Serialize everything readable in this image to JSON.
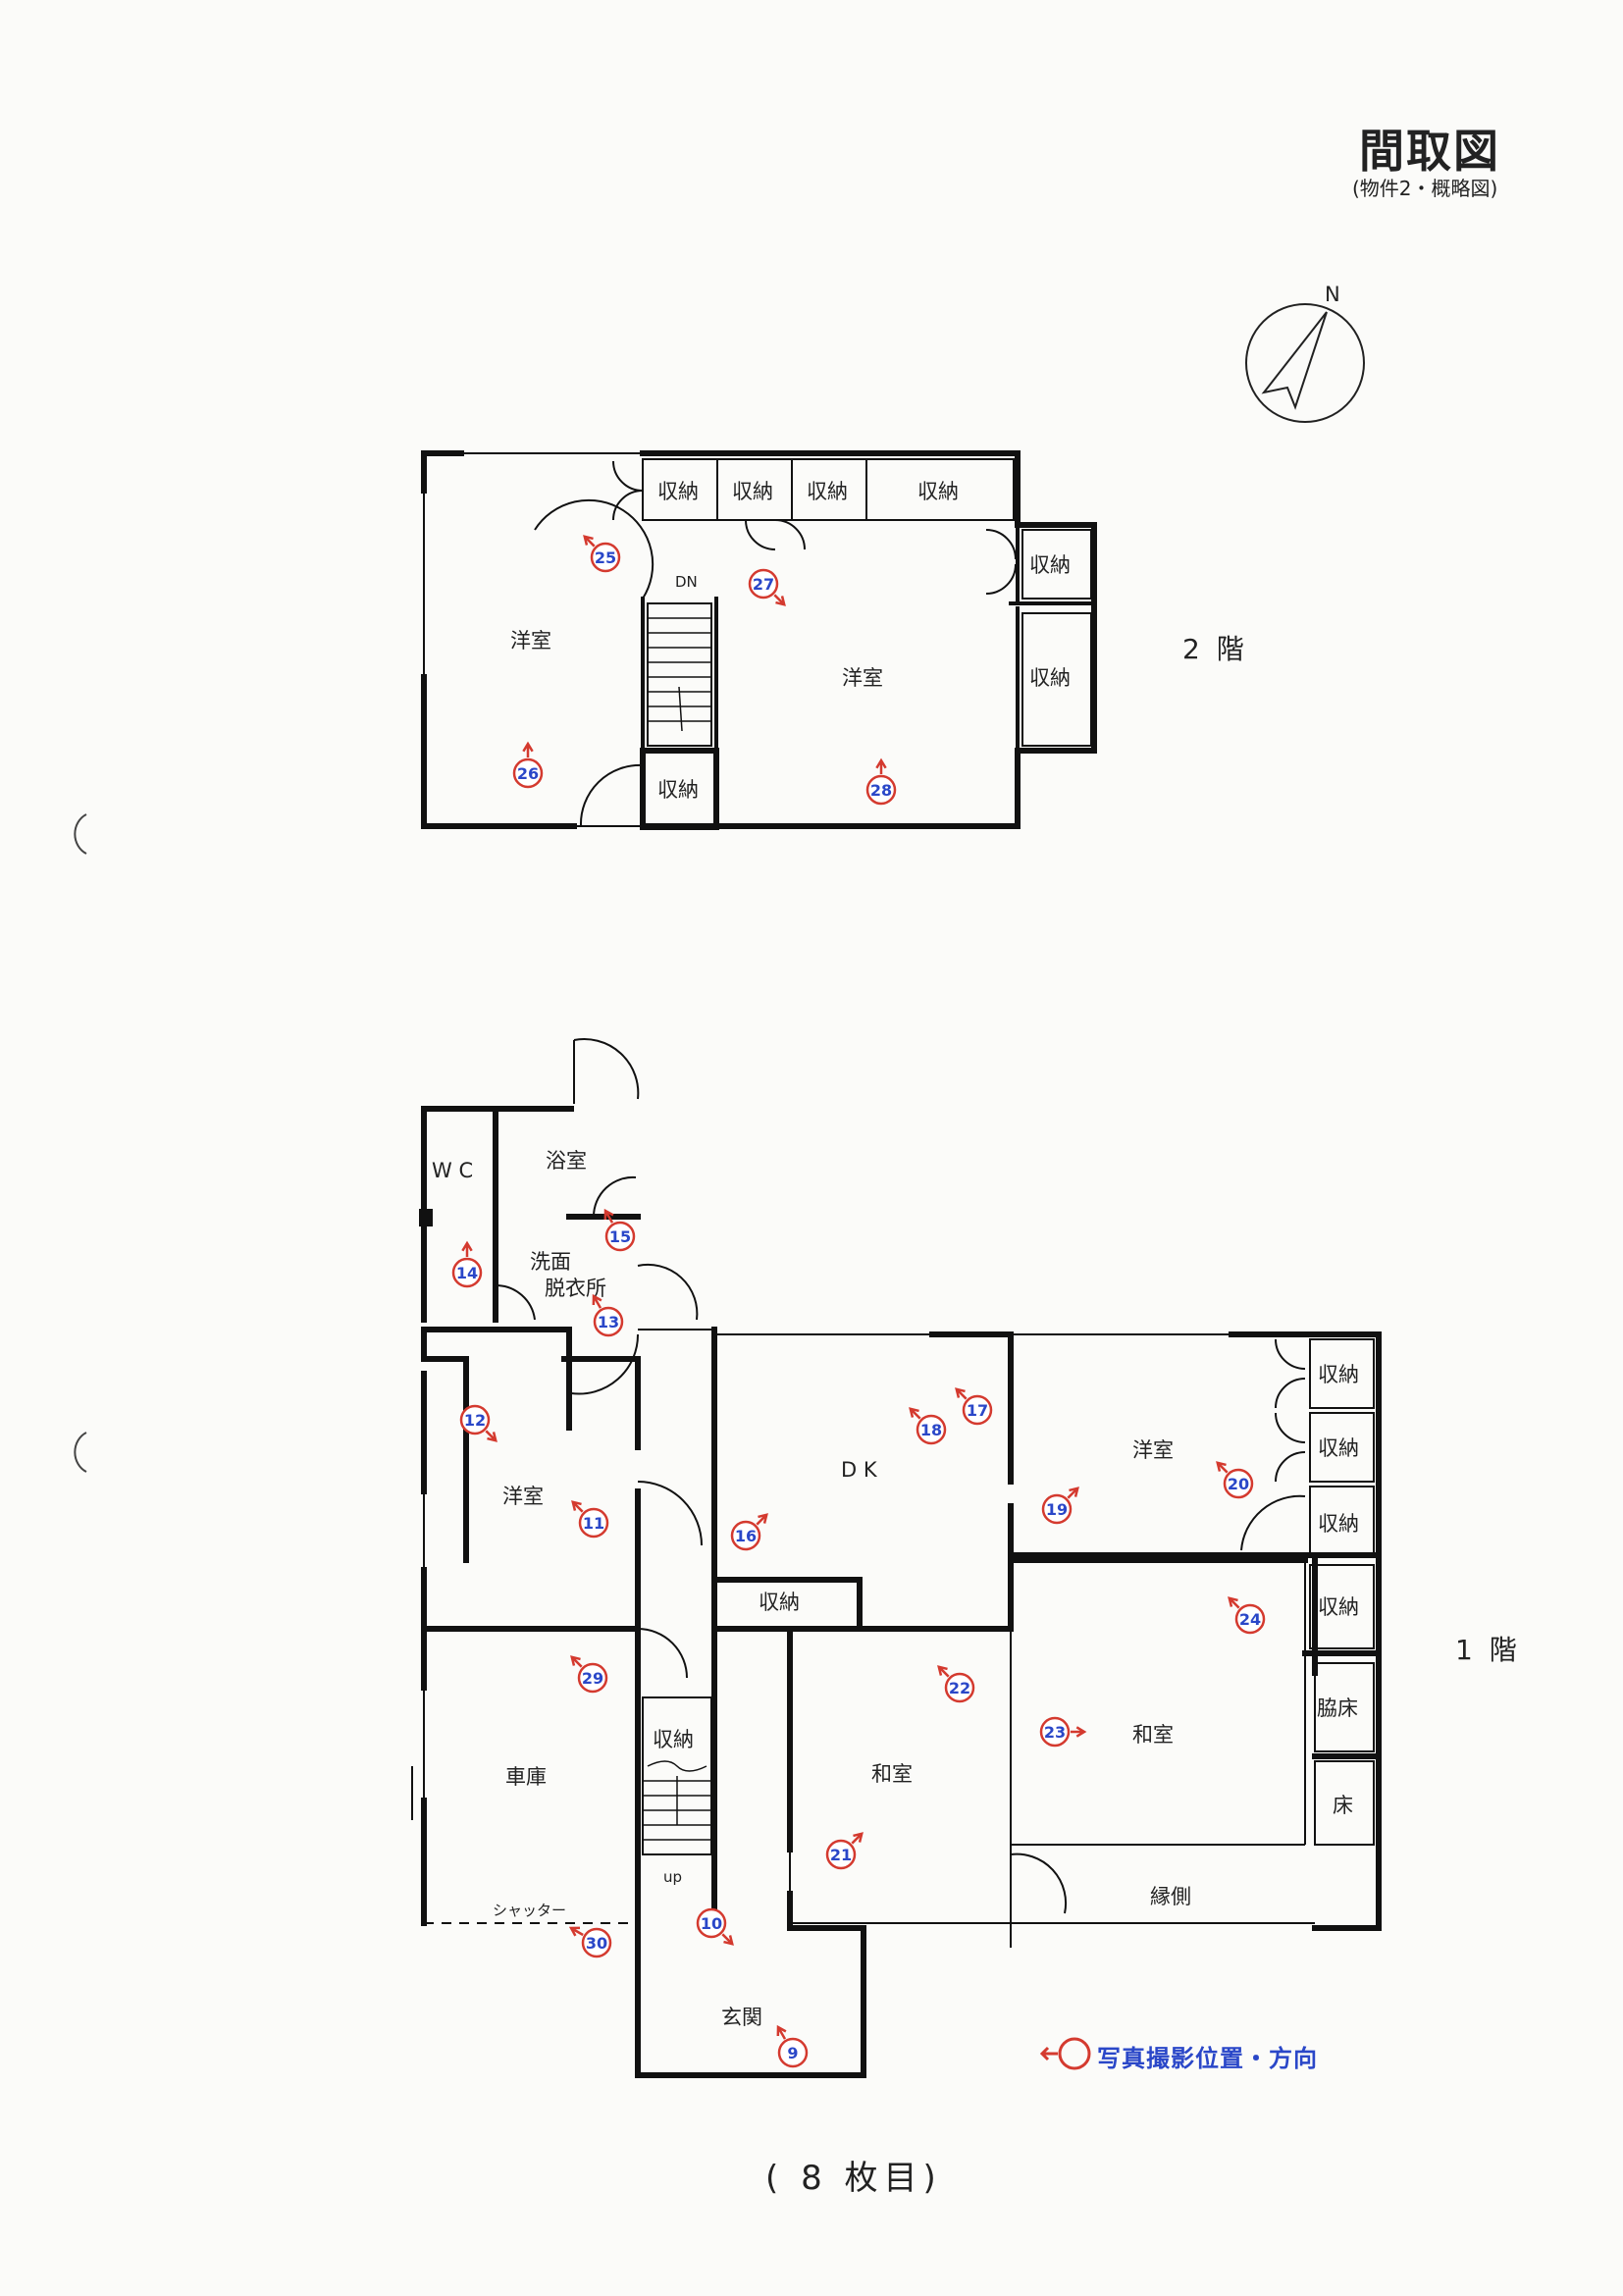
{
  "title": "間取図",
  "subtitle": "(物件2・概略図)",
  "compass": {
    "label": "N"
  },
  "floors": {
    "second": "2 階",
    "first": "1 階"
  },
  "sheet_label": "( 8 枚目)",
  "legend": {
    "text": "写真撮影位置・方向",
    "color": "#d43a2f"
  },
  "colors": {
    "wall": "#111111",
    "marker": "#d43a2f",
    "marker_number": "#2a47c8"
  },
  "rooms": {
    "f2_western_1": "洋室",
    "f2_western_2": "洋室",
    "f2_stair_label": "DN",
    "f2_storage": [
      "収納",
      "収納",
      "収納",
      "収納",
      "収納",
      "収納",
      "収納"
    ],
    "f1_wc": "W C",
    "f1_bath": "浴室",
    "f1_wash_1": "洗面",
    "f1_wash_2": "脱衣所",
    "f1_western_1": "洋室",
    "f1_dk": "D K",
    "f1_western_2": "洋室",
    "f1_storage": [
      "収納",
      "収納",
      "収納",
      "収納",
      "収納",
      "収納"
    ],
    "f1_garage": "車庫",
    "f1_shutter": "シャッター",
    "f1_japanese_1": "和室",
    "f1_japanese_2": "和室",
    "f1_wakidoko": "脇床",
    "f1_toko": "床",
    "f1_engawa": "縁側",
    "f1_entrance": "玄関",
    "f1_stair_label": "up"
  },
  "photo_points": [
    "25",
    "27",
    "26",
    "28",
    "15",
    "14",
    "13",
    "12",
    "18",
    "17",
    "11",
    "16",
    "19",
    "20",
    "24",
    "29",
    "22",
    "23",
    "21",
    "10",
    "30",
    "9"
  ]
}
